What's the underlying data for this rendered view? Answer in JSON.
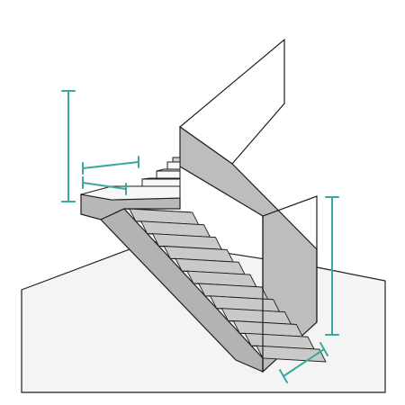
{
  "diagram": {
    "subject": "stair-cross-section",
    "step_count_lower_flight": 12,
    "step_count_upper_flight": 3,
    "colors": {
      "outline": "#1f1f1f",
      "floor": "#f4f4f4",
      "wall": "#bcbcbc",
      "stair_face": "#c9c9c9",
      "tread": "#f7f7f7",
      "dimension": "#3aa99d"
    }
  }
}
